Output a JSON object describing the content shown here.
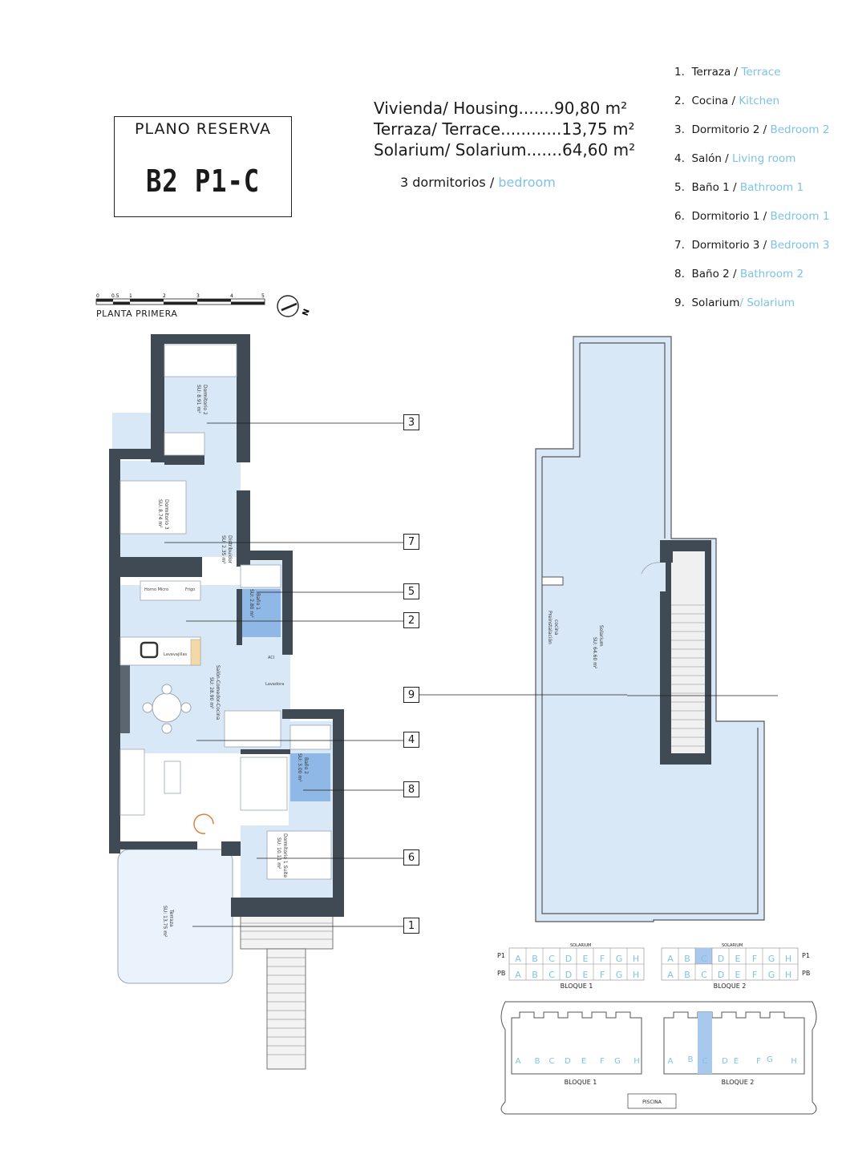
{
  "title_box": {
    "plano_label": "PLANO RESERVA",
    "code": "B2 P1-C"
  },
  "areas": [
    {
      "label": "Vivienda/ Housing.......",
      "value": "90,80 m²"
    },
    {
      "label": "Terraza/ Terrace............",
      "value": "13,75 m²"
    },
    {
      "label": "Solarium/ Solarium.......",
      "value": "64,60 m²"
    }
  ],
  "bedrooms": {
    "es": "3 dormitorios / ",
    "en": "bedroom"
  },
  "legend": [
    {
      "num": "1.",
      "es": "Terraza / ",
      "en": "Terrace"
    },
    {
      "num": "2.",
      "es": "Cocina / ",
      "en": "Kitchen"
    },
    {
      "num": "3.",
      "es": "Dormitorio 2 / ",
      "en": "Bedroom 2"
    },
    {
      "num": "4.",
      "es": "Salón / ",
      "en": "Living room"
    },
    {
      "num": "5.",
      "es": "Baño 1 / ",
      "en": "Bathroom 1"
    },
    {
      "num": "6.",
      "es": "Dormitorio 1 / ",
      "en": "Bedroom 1"
    },
    {
      "num": "7.",
      "es": "Dormitorio 3 / ",
      "en": "Bedroom 3"
    },
    {
      "num": "8.",
      "es": "Baño 2 / ",
      "en": "Bathroom 2"
    },
    {
      "num": "9.",
      "es": "Solarium",
      "en": "/ Solarium"
    }
  ],
  "scale": {
    "ticks": [
      "0",
      "0.5",
      "1",
      "2",
      "3",
      "4",
      "5"
    ],
    "label": "PLANTA PRIMERA"
  },
  "north_label": "N",
  "callouts": [
    "3",
    "7",
    "5",
    "2",
    "9",
    "4",
    "8",
    "6",
    "1"
  ],
  "rooms": {
    "dormitorio2": {
      "name": "Dormitorio 2",
      "area": "SU: 8.91 m²"
    },
    "dormitorio3": {
      "name": "Dormitorio 3",
      "area": "SU: 8.74 m²"
    },
    "distribuidor": {
      "name": "Distribuidor",
      "area": "SU: 2.35 m²"
    },
    "bano1": {
      "name": "Baño 1",
      "area": "SU: 2.80 m²"
    },
    "salon": {
      "name": "Salón-Comedor-Cocina",
      "area": "SU: 28.90 m²"
    },
    "bano2": {
      "name": "Baño 2",
      "area": "SU: 3.00 m²"
    },
    "dormitorio1": {
      "name": "Dormitorio 1 Suite",
      "area": "SU: 10.11 m²"
    },
    "terraza": {
      "name": "Terraza",
      "area": "SU: 13.75 m²"
    },
    "solarium": {
      "name": "Solarium",
      "area": "SU: 64.60 m²"
    },
    "preinstalacion": {
      "name": "Preinstalación",
      "sub": "cocina"
    },
    "horno": "Horno Micro",
    "frigo": "Frigo",
    "lavavajillas": "Lavavajillas",
    "aci": "ACI",
    "lavadora": "Lavadora"
  },
  "block_table": {
    "solarium_label": "SOLARIUM",
    "row_p1": "P1",
    "row_pb": "PB",
    "letters": [
      "A",
      "B",
      "C",
      "D",
      "E",
      "F",
      "G",
      "H"
    ],
    "bloque1": "BLOQUE 1",
    "bloque2": "BLOQUE 2"
  },
  "site_plan": {
    "letters": [
      "A",
      "B",
      "C",
      "D",
      "E",
      "F",
      "G",
      "H"
    ],
    "bloque1": "BLOQUE 1",
    "bloque2": "BLOQUE 2",
    "piscina": "PISCINA"
  },
  "colors": {
    "room_fill": "#d9e8f7",
    "wall": "#3f4a54",
    "accent": "#7ec2e6",
    "bath": "#8fb8e6",
    "highlight": "#a8c8ee"
  }
}
